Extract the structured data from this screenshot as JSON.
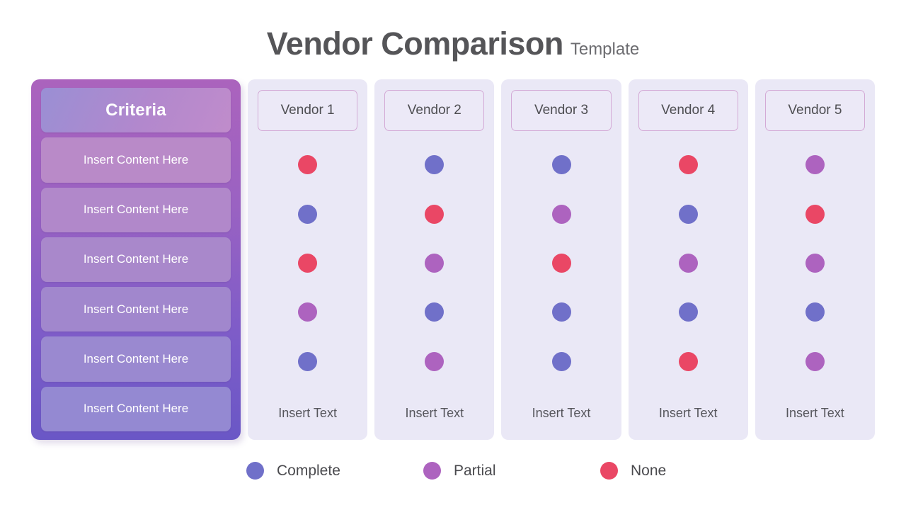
{
  "title": {
    "main": "Vendor Comparison",
    "sub": "Template"
  },
  "criteria_panel": {
    "header": "Criteria",
    "rows": [
      "Insert Content Here",
      "Insert Content Here",
      "Insert Content Here",
      "Insert Content Here",
      "Insert Content Here",
      "Insert Content Here"
    ]
  },
  "vendors": [
    {
      "name": "Vendor 1",
      "footer": "Insert Text",
      "ratings": [
        "none",
        "complete",
        "none",
        "partial",
        "complete"
      ]
    },
    {
      "name": "Vendor 2",
      "footer": "Insert Text",
      "ratings": [
        "complete",
        "none",
        "partial",
        "complete",
        "partial"
      ]
    },
    {
      "name": "Vendor 3",
      "footer": "Insert Text",
      "ratings": [
        "complete",
        "partial",
        "none",
        "complete",
        "complete"
      ]
    },
    {
      "name": "Vendor 4",
      "footer": "Insert Text",
      "ratings": [
        "none",
        "complete",
        "partial",
        "complete",
        "none"
      ]
    },
    {
      "name": "Vendor 5",
      "footer": "Insert Text",
      "ratings": [
        "partial",
        "none",
        "partial",
        "complete",
        "partial"
      ]
    }
  ],
  "legend": [
    {
      "label": "Complete",
      "key": "complete",
      "color": "#7070c9"
    },
    {
      "label": "Partial",
      "key": "partial",
      "color": "#ad63bf"
    },
    {
      "label": "None",
      "key": "none",
      "color": "#ea4765"
    }
  ],
  "colors": {
    "complete": "#7070c9",
    "partial": "#ad63bf",
    "none": "#ea4765",
    "panel_top": "#ab63bd",
    "panel_bottom": "#6a57c6",
    "column_bg": "#eae8f6",
    "header_border": "#d3aad6",
    "title_text": "#555558",
    "background": "#ffffff"
  }
}
